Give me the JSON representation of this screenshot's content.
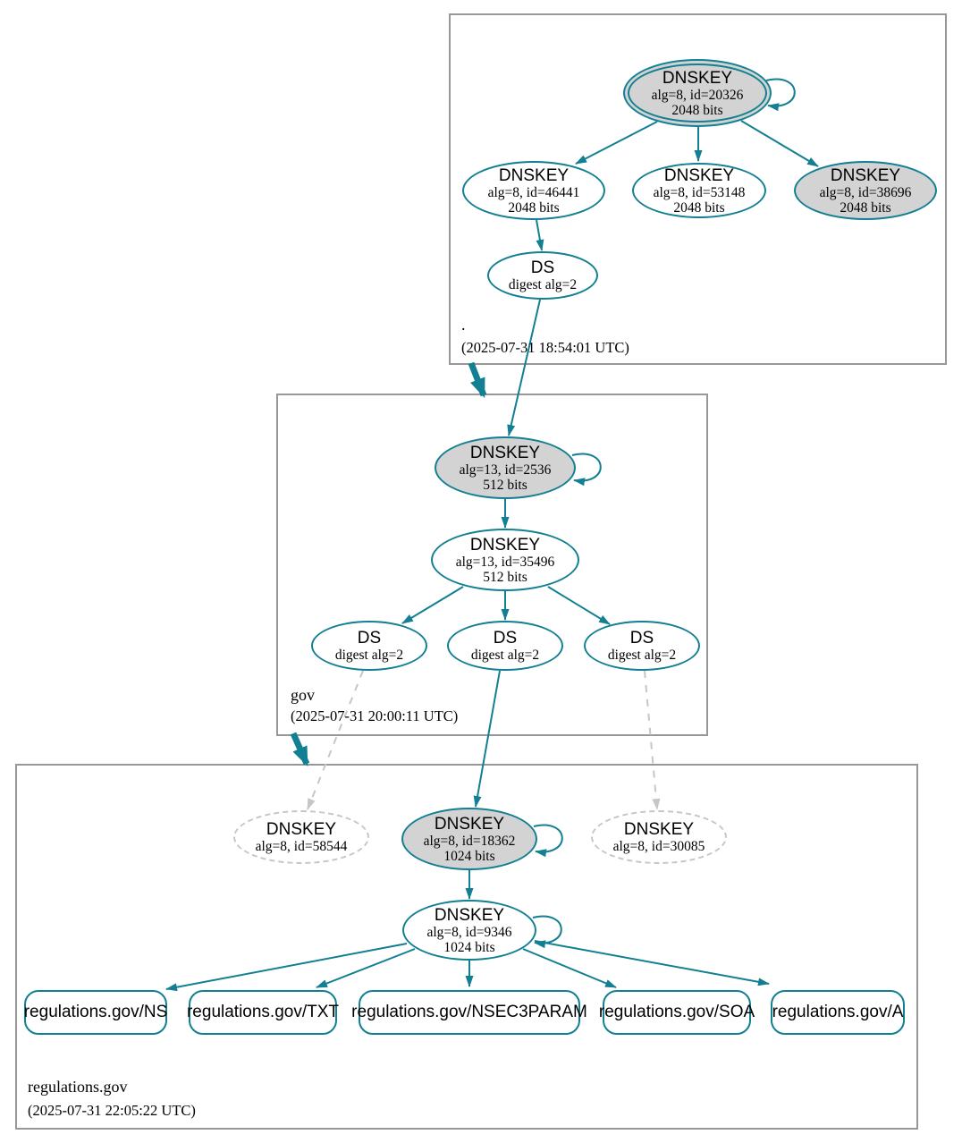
{
  "colors": {
    "edge_teal": "#127f92",
    "node_gray_fill": "#d3d3d3",
    "dashed_gray": "#c6c6c6",
    "box_border": "#979797"
  },
  "zones": {
    "root": {
      "name": ".",
      "timestamp": "(2025-07-31 18:54:01 UTC)",
      "nodes": {
        "ksk_20326": {
          "title": "DNSKEY",
          "detail1": "alg=8, id=20326",
          "detail2": "2048 bits"
        },
        "zsk_46441": {
          "title": "DNSKEY",
          "detail1": "alg=8, id=46441",
          "detail2": "2048 bits"
        },
        "zsk_53148": {
          "title": "DNSKEY",
          "detail1": "alg=8, id=53148",
          "detail2": "2048 bits"
        },
        "ksk_38696": {
          "title": "DNSKEY",
          "detail1": "alg=8, id=38696",
          "detail2": "2048 bits"
        },
        "ds": {
          "title": "DS",
          "detail1": "digest alg=2"
        }
      }
    },
    "gov": {
      "name": "gov",
      "timestamp": "(2025-07-31 20:00:11 UTC)",
      "nodes": {
        "ksk_2536": {
          "title": "DNSKEY",
          "detail1": "alg=13, id=2536",
          "detail2": "512 bits"
        },
        "zsk_35496": {
          "title": "DNSKEY",
          "detail1": "alg=13, id=35496",
          "detail2": "512 bits"
        },
        "ds_left": {
          "title": "DS",
          "detail1": "digest alg=2"
        },
        "ds_mid": {
          "title": "DS",
          "detail1": "digest alg=2"
        },
        "ds_right": {
          "title": "DS",
          "detail1": "digest alg=2"
        }
      }
    },
    "regulations": {
      "name": "regulations.gov",
      "timestamp": "(2025-07-31 22:05:22 UTC)",
      "nodes": {
        "dnskey_58544": {
          "title": "DNSKEY",
          "detail1": "alg=8, id=58544"
        },
        "ksk_18362": {
          "title": "DNSKEY",
          "detail1": "alg=8, id=18362",
          "detail2": "1024 bits"
        },
        "dnskey_30085": {
          "title": "DNSKEY",
          "detail1": "alg=8, id=30085"
        },
        "zsk_9346": {
          "title": "DNSKEY",
          "detail1": "alg=8, id=9346",
          "detail2": "1024 bits"
        }
      },
      "rrsets": [
        {
          "label": "regulations.gov/NS"
        },
        {
          "label": "regulations.gov/TXT"
        },
        {
          "label": "regulations.gov/NSEC3PARAM"
        },
        {
          "label": "regulations.gov/SOA"
        },
        {
          "label": "regulations.gov/A"
        }
      ]
    }
  }
}
